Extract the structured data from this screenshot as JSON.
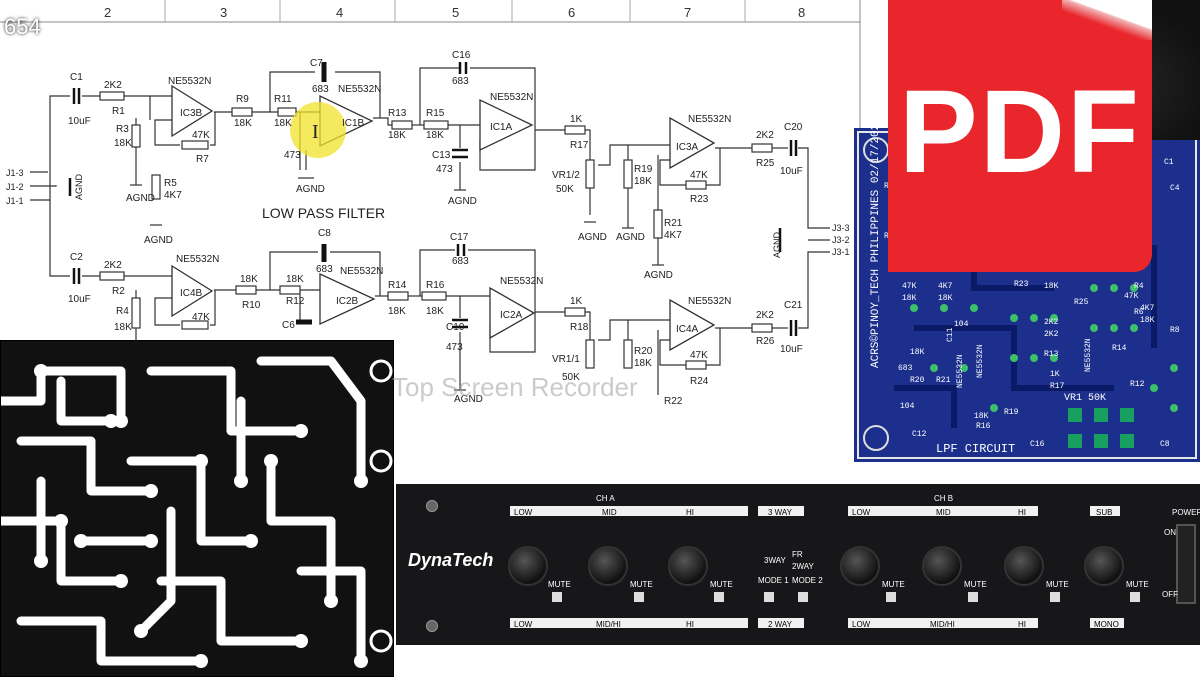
{
  "frame_number": "654",
  "schematic": {
    "columns": [
      "2",
      "3",
      "4",
      "5",
      "6",
      "7",
      "8"
    ],
    "title": "LOW PASS FILTER",
    "top": {
      "c1": "C1",
      "c1_val": "10uF",
      "r1": "2K2",
      "r1_name": "R1",
      "r3_name": "R3",
      "r3": "18K",
      "r5_name": "R5",
      "r5": "4K7",
      "ic3b": "IC3B",
      "ic3b_type": "NE5532N",
      "r7": "47K",
      "r7_name": "R7",
      "r9_name": "R9",
      "r9": "18K",
      "r11_name": "R11",
      "r11": "18K",
      "c7": "C7",
      "c7_val": "683",
      "ic1b": "IC1B",
      "ic1b_type": "NE5532N",
      "c3_val": "473",
      "r13_name": "R13",
      "r13": "18K",
      "r15_name": "R15",
      "r15": "18K",
      "c16": "C16",
      "c16_val": "683",
      "c13": "C13",
      "c13_val": "473",
      "ic1a": "IC1A",
      "ic1a_type": "NE5532N",
      "r17_name": "R17",
      "r17": "1K",
      "vr": "VR1/2",
      "vr_val": "50K",
      "r19_name": "R19",
      "r19": "18K",
      "r21_name": "R21",
      "r21": "4K7",
      "ic3a": "IC3A",
      "ic3a_type": "NE5532N",
      "r23": "47K",
      "r23_name": "R23",
      "r25": "2K2",
      "r25_name": "R25",
      "c20": "C20",
      "c20_val": "10uF"
    },
    "bottom": {
      "c2": "C2",
      "c2_val": "10uF",
      "r2": "2K2",
      "r2_name": "R2",
      "r4_name": "R4",
      "r4": "18K",
      "ic4b": "IC4B",
      "ic4b_type": "NE5532N",
      "r8": "47K",
      "r10": "18K",
      "r10_name": "R10",
      "r12": "18K",
      "r12_name": "R12",
      "c8": "C8",
      "c8_val": "683",
      "c6": "C6",
      "ic2b": "IC2B",
      "ic2b_type": "NE5532N",
      "r14": "R14",
      "r14_val": "18K",
      "r16": "R16",
      "r16_val": "18K",
      "c17": "C17",
      "c17_val": "683",
      "c10": "C10",
      "c10_val": "473",
      "ic2a": "IC2A",
      "ic2a_type": "NE5532N",
      "r18": "R18",
      "r18_val": "1K",
      "vr": "VR1/1",
      "vr_val": "50K",
      "r20": "R20",
      "r20_val": "18K",
      "r22": "R22",
      "ic4a": "IC4A",
      "ic4a_type": "NE5532N",
      "r24": "47K",
      "r24_name": "R24",
      "r26": "2K2",
      "r26_name": "R26",
      "c21": "C21",
      "c21_val": "10uF"
    },
    "jacks_in": [
      "J1-3",
      "J1-2",
      "J1-1"
    ],
    "jacks_out": [
      "J3-3",
      "J3-2",
      "J3-1"
    ],
    "agnd": "AGND"
  },
  "watermark": "Top Screen Recorder",
  "pdf_label": "PDF",
  "pcb_blue": {
    "credit": "ACRS©PINOY_TECH PHILIPPINES 02/17/2020",
    "circuit": "LPF CIRCUIT",
    "vr": "VR1 50K",
    "labels": [
      "47K",
      "18K",
      "4K7",
      "18K",
      "47K",
      "18K",
      "4K7",
      "18K",
      "104",
      "683",
      "104",
      "18K",
      "18K",
      "R23",
      "R25",
      "2K2",
      "2K2",
      "NE5532N",
      "NE5532N",
      "NE5532N",
      "1K",
      "R17",
      "R12",
      "R16",
      "C12",
      "C16",
      "C8",
      "C11",
      "C1",
      "C4",
      "R4",
      "R6",
      "R8",
      "R9",
      "R10",
      "R13",
      "R14",
      "R19",
      "R20",
      "R21"
    ]
  },
  "panel": {
    "brand": "DynaTech",
    "ch_a": "CH A",
    "ch_b": "CH B",
    "sub": "SUB",
    "power": "POWER",
    "top_a": [
      "LOW",
      "MID",
      "HI"
    ],
    "top_b": [
      "LOW",
      "MID",
      "HI"
    ],
    "mode_top": "3 WAY",
    "bottom_a": [
      "LOW",
      "MID/HI",
      "HI"
    ],
    "bottom_b": [
      "LOW",
      "MID/HI",
      "HI"
    ],
    "mode_bottom": "2 WAY",
    "bottom_sub": "MONO",
    "mute": "MUTE",
    "modes": [
      "3WAY",
      "2WAY",
      "FR",
      "MODE 1",
      "MODE 2"
    ],
    "on": "ON",
    "off": "OFF"
  }
}
